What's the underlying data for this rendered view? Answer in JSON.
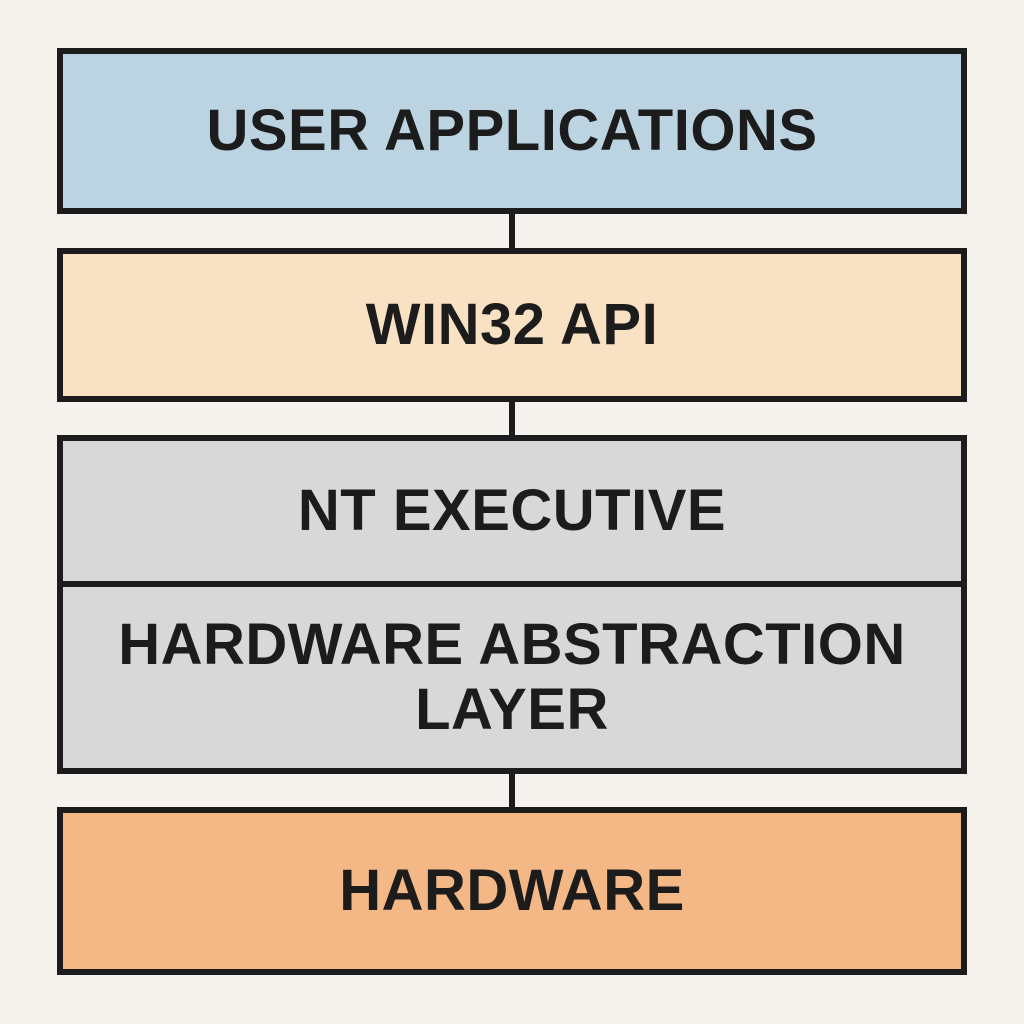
{
  "layers": {
    "user_applications": {
      "label": "USER APPLICATIONS",
      "color": "#bcd4e2"
    },
    "win32_api": {
      "label": "WIN32 API",
      "color": "#f9e1c3"
    },
    "nt_executive": {
      "label": "NT EXECUTIVE",
      "color": "#d8d8d8"
    },
    "hal": {
      "label_line1": "HARDWARE ABSTRACTION",
      "label_line2": "LAYER",
      "color": "#d8d8d8"
    },
    "hardware": {
      "label": "HARDWARE",
      "color": "#f4b886"
    }
  },
  "colors": {
    "background": "#f6f3ef",
    "outline": "#1c1c1c"
  }
}
